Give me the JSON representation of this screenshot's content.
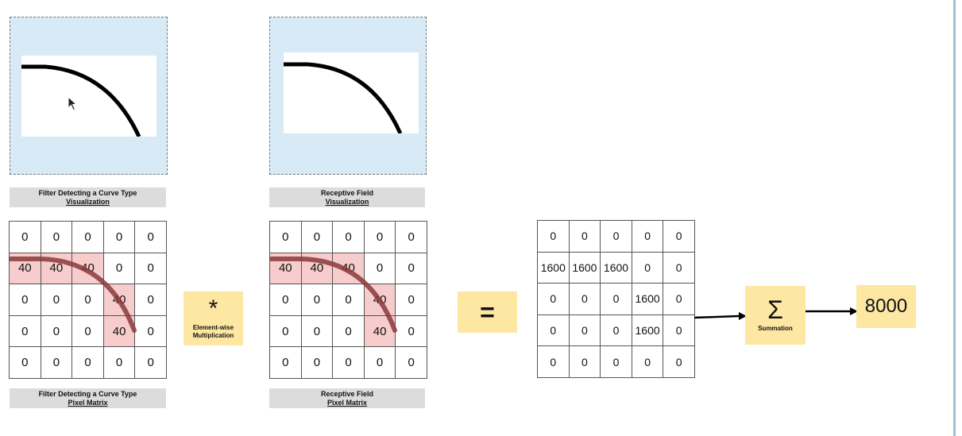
{
  "filter": {
    "viz_title": "Filter Detecting a Curve Type",
    "viz_sub": "Visualization",
    "matrix_title": "Filter Detecting a Curve Type",
    "matrix_sub": "Pixel Matrix",
    "rows": [
      [
        "0",
        "0",
        "0",
        "0",
        "0"
      ],
      [
        "40",
        "40",
        "40",
        "0",
        "0"
      ],
      [
        "0",
        "0",
        "0",
        "40",
        "0"
      ],
      [
        "0",
        "0",
        "0",
        "40",
        "0"
      ],
      [
        "0",
        "0",
        "0",
        "0",
        "0"
      ]
    ]
  },
  "receptive": {
    "viz_title": "Receptive Field",
    "viz_sub": "Visualization",
    "matrix_title": "Receptive Field",
    "matrix_sub": "Pixel Matrix",
    "rows": [
      [
        "0",
        "0",
        "0",
        "0",
        "0"
      ],
      [
        "40",
        "40",
        "40",
        "0",
        "0"
      ],
      [
        "0",
        "0",
        "0",
        "40",
        "0"
      ],
      [
        "0",
        "0",
        "0",
        "40",
        "0"
      ],
      [
        "0",
        "0",
        "0",
        "0",
        "0"
      ]
    ]
  },
  "multiply": {
    "symbol": "*",
    "label_line1": "Element-wise",
    "label_line2": "Multiplication"
  },
  "equals": "=",
  "product": {
    "rows": [
      [
        "0",
        "0",
        "0",
        "0",
        "0"
      ],
      [
        "1600",
        "1600",
        "1600",
        "0",
        "0"
      ],
      [
        "0",
        "0",
        "0",
        "1600",
        "0"
      ],
      [
        "0",
        "0",
        "0",
        "1600",
        "0"
      ],
      [
        "0",
        "0",
        "0",
        "0",
        "0"
      ]
    ]
  },
  "summation": {
    "symbol": "Σ",
    "label": "Summation"
  },
  "result": "8000",
  "colors": {
    "highlight": "#f6cccc",
    "op_box": "#fde7a3",
    "viz_bg": "#d7eaf5",
    "curve_overlay": "#8b3a3a"
  }
}
